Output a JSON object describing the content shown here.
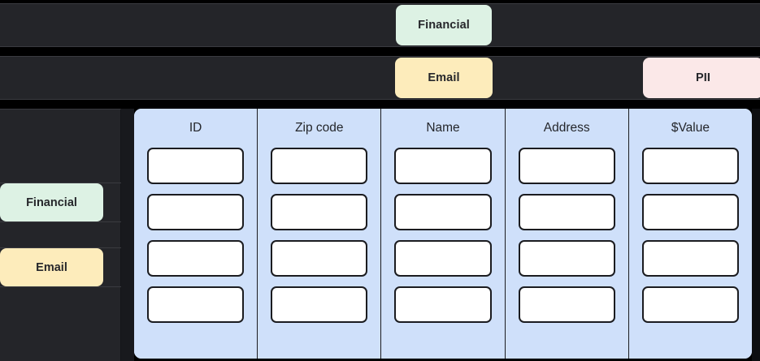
{
  "top_tags": {
    "row1": [
      {
        "label": "Financial",
        "color": "#ddf2e4"
      }
    ],
    "row2": [
      {
        "label": "Email",
        "color": "#fdecbb"
      },
      {
        "label": "PII",
        "color": "#fbe8e8"
      }
    ]
  },
  "sidebar": {
    "items": [
      {
        "label": "Financial",
        "color": "#ddf2e4"
      },
      {
        "label": "Email",
        "color": "#fdecbb"
      }
    ]
  },
  "table": {
    "columns": [
      {
        "header": "ID"
      },
      {
        "header": "Zip code"
      },
      {
        "header": "Name"
      },
      {
        "header": "Address"
      },
      {
        "header": "$Value"
      }
    ],
    "row_count": 4,
    "cells": [
      [
        "",
        "",
        "",
        "",
        ""
      ],
      [
        "",
        "",
        "",
        "",
        ""
      ],
      [
        "",
        "",
        "",
        "",
        ""
      ],
      [
        "",
        "",
        "",
        "",
        ""
      ]
    ],
    "column_color": "#cfe0fa",
    "cell_color": "#ffffff"
  },
  "colors": {
    "background": "#000000",
    "panel": "#242529",
    "border": "#3a3b40",
    "text_dark": "#24262b"
  }
}
